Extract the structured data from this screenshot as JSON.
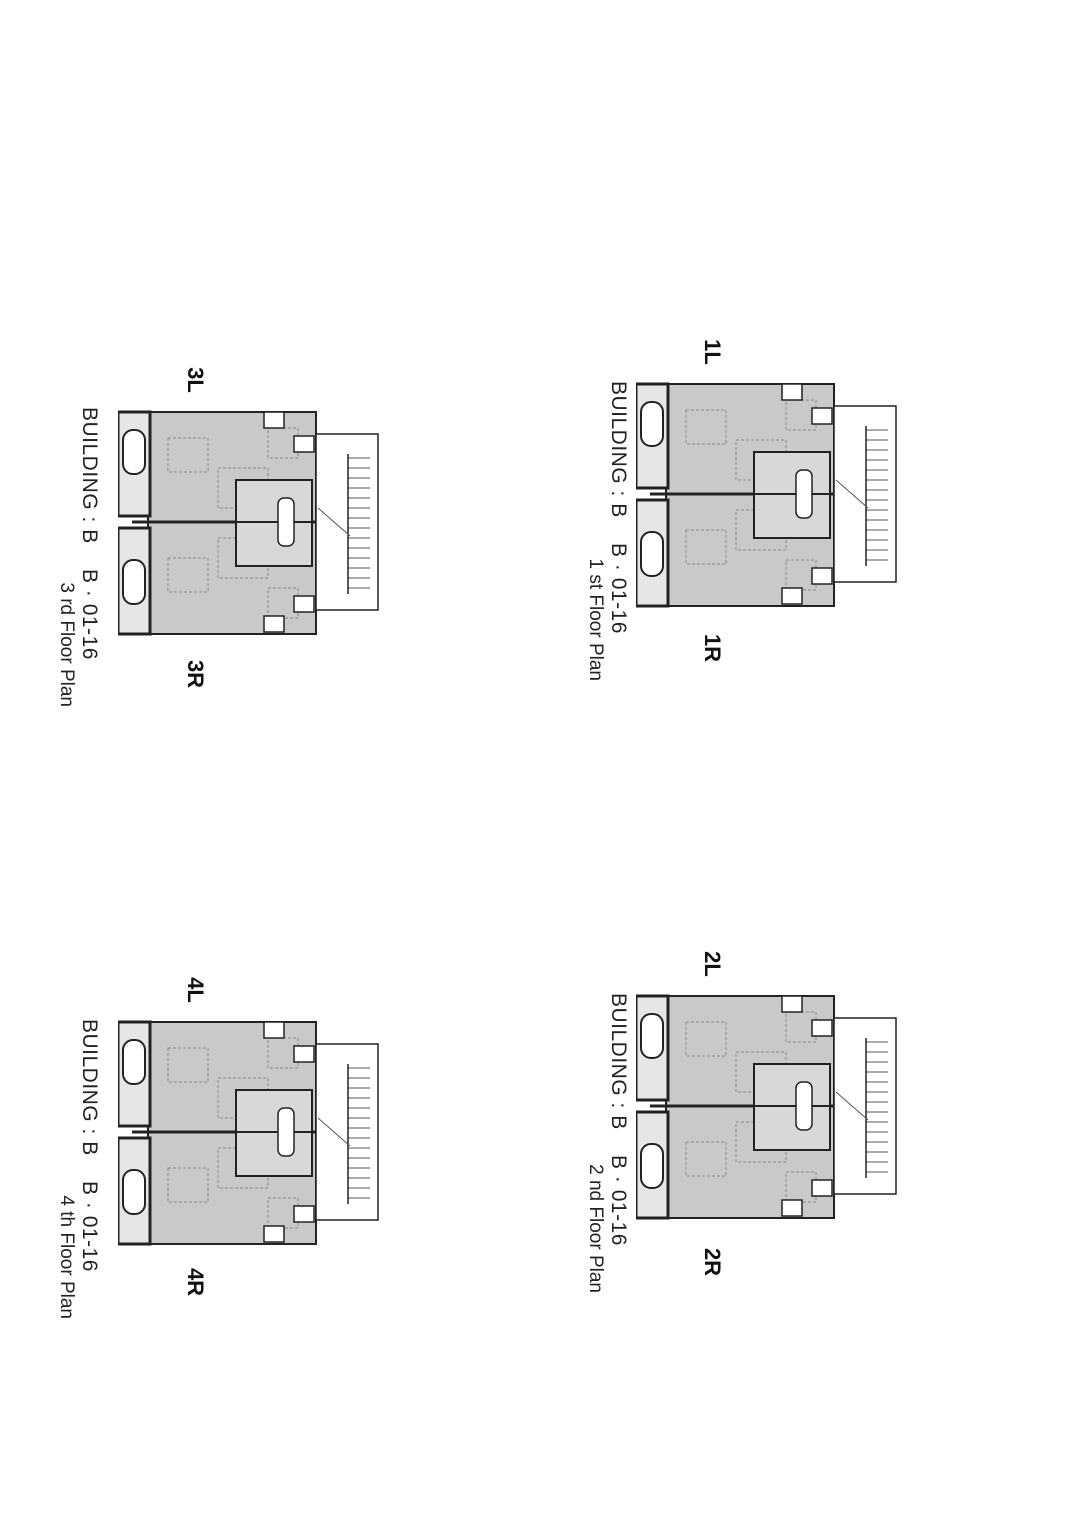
{
  "plans": [
    {
      "id": "1st",
      "left_label": "1L",
      "right_label": "1R",
      "building": "BUILDING : B",
      "code": "B · 01-16",
      "floor": "1 st Floor Plan"
    },
    {
      "id": "2nd",
      "left_label": "2L",
      "right_label": "2R",
      "building": "BUILDING : B",
      "code": "B · 01-16",
      "floor": "2 nd Floor Plan"
    },
    {
      "id": "3rd",
      "left_label": "3L",
      "right_label": "3R",
      "building": "BUILDING : B",
      "code": "B · 01-16",
      "floor": "3 rd Floor Plan"
    },
    {
      "id": "4th",
      "left_label": "4L",
      "right_label": "4R",
      "building": "BUILDING : B",
      "code": "B · 01-16",
      "floor": "4 th Floor Plan"
    }
  ],
  "colors": {
    "floor_fill": "#c9c9c9",
    "wall": "#222222",
    "background": "#ffffff"
  }
}
